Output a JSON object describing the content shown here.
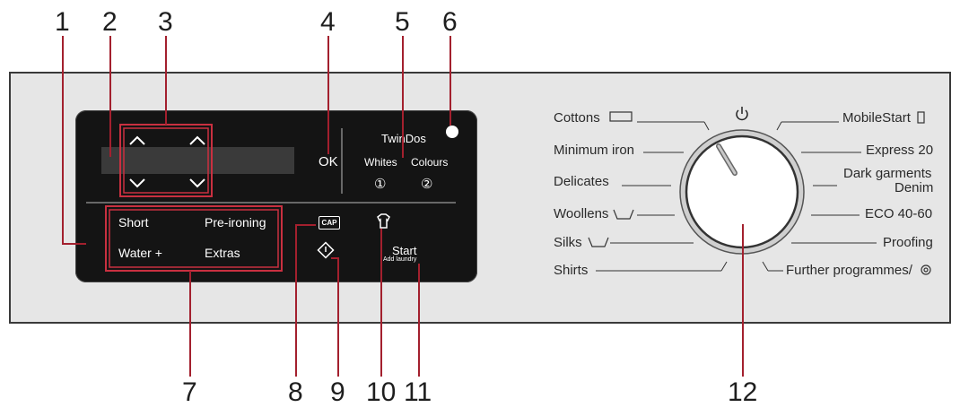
{
  "callouts": [
    "1",
    "2",
    "3",
    "4",
    "5",
    "6",
    "7",
    "8",
    "9",
    "10",
    "11",
    "12"
  ],
  "display": {
    "ok": "OK",
    "twindos": "TwinDos",
    "whites": "Whites",
    "colours": "Colours",
    "whites_num": "①",
    "colours_num": "②",
    "short": "Short",
    "pre_ironing": "Pre-ironing",
    "water_plus": "Water +",
    "extras": "Extras",
    "cap": "CAP",
    "start": "Start",
    "add_laundry": "Add laundry"
  },
  "programmes": {
    "cottons": "Cottons",
    "minimum_iron": "Minimum iron",
    "delicates": "Delicates",
    "woollens": "Woollens",
    "silks": "Silks",
    "shirts": "Shirts",
    "mobilestart": "MobileStart",
    "express": "Express 20",
    "dark_garments": "Dark garments",
    "denim": "Denim",
    "eco": "ECO 40-60",
    "proofing": "Proofing",
    "further": "Further programmes/"
  },
  "colors": {
    "callout_line": "#a3202e",
    "panel": "#e6e6e6",
    "display": "#141414"
  },
  "icons": [
    "chevron-up-icon",
    "chevron-down-icon",
    "power-icon",
    "cottons-icon",
    "mobilestart-icon",
    "woollens-icon",
    "silks-icon",
    "gear-icon",
    "cap-icon",
    "tap-icon",
    "shirt-icon"
  ]
}
